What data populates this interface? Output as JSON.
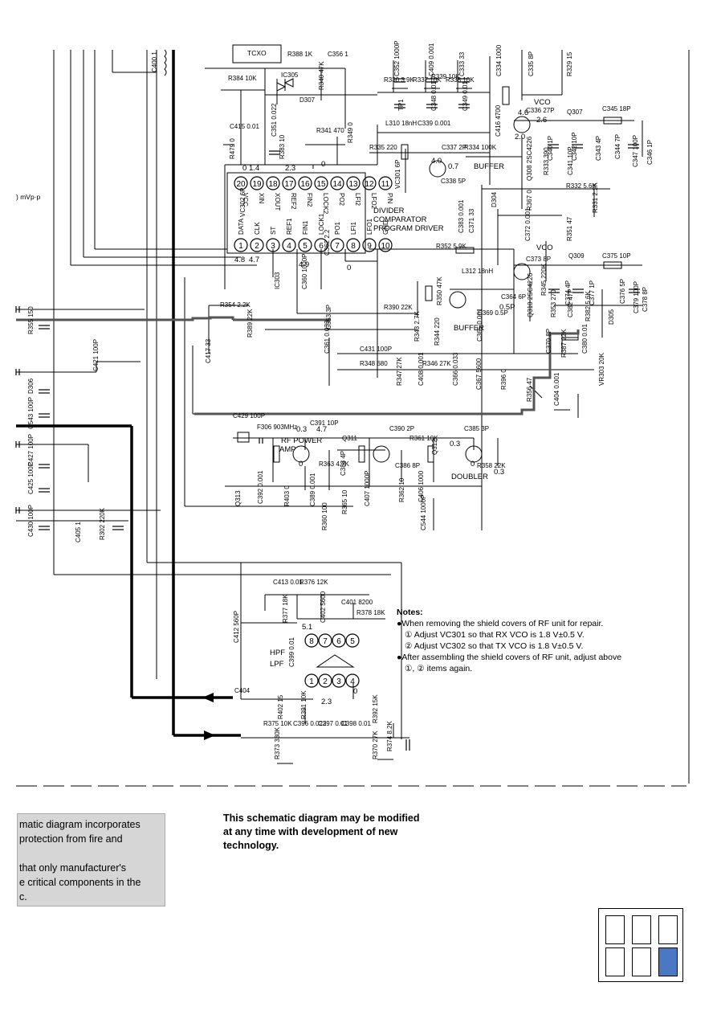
{
  "schematic": {
    "blocks": {
      "divider": [
        "DIVIDER",
        "COMPARATOR",
        "PROGRAM DRIVER"
      ],
      "vco1": "VCO",
      "vco2": "VCO",
      "buffer1": "BUFFER",
      "buffer2": "BUFFER",
      "rf_power_amp": [
        "RF POWER",
        "AMP"
      ],
      "doubler": "DOUBLER",
      "hpf": "HPF",
      "lpf": "LPF",
      "tcxo": "TCXO",
      "left_level": ") mVp·p"
    },
    "ic_top_pins": [
      "20",
      "19",
      "18",
      "17",
      "16",
      "15",
      "14",
      "13",
      "12",
      "11"
    ],
    "ic_bottom_pins": [
      "1",
      "2",
      "3",
      "4",
      "5",
      "6",
      "7",
      "8",
      "9",
      "10"
    ],
    "ic_top_names": [
      "VCC",
      "XIN",
      "XOUT",
      "REF2",
      "FIN2",
      "LOCK2",
      "PO2",
      "LFI2",
      "LFO2",
      "P/N"
    ],
    "ic_bottom_names": [
      "DATA",
      "CLK",
      "ST",
      "REF1",
      "FIN1",
      "LOCK1",
      "PO1",
      "LFI1",
      "LFO1",
      "GND"
    ],
    "ic2_pins": [
      "8",
      "7",
      "6",
      "5",
      "1",
      "2",
      "3",
      "4"
    ],
    "voltages": [
      "0",
      "1.4",
      "2.3",
      "0",
      "4.8",
      "4.7",
      "4.9",
      "0",
      "4.6",
      "2.6",
      "2.0",
      "0.7",
      "4.0",
      "0.3",
      "4.7",
      "0",
      "0",
      "0.3",
      "0.3",
      "5.1",
      "0",
      "2.3",
      "0.5P"
    ],
    "parts": [
      {
        "ref": "R388",
        "val": "1K"
      },
      {
        "ref": "C356",
        "val": "1"
      },
      {
        "ref": "R384",
        "val": "10K"
      },
      {
        "ref": "IC305",
        "val": ""
      },
      {
        "ref": "D307",
        "val": ""
      },
      {
        "ref": "R340",
        "val": "47K"
      },
      {
        "ref": "R341",
        "val": "470"
      },
      {
        "ref": "C351",
        "val": "0.022"
      },
      {
        "ref": "C415",
        "val": "0.01"
      },
      {
        "ref": "R349",
        "val": "0"
      },
      {
        "ref": "R479",
        "val": "0"
      },
      {
        "ref": "R383",
        "val": "10"
      },
      {
        "ref": "C352",
        "val": "1000P"
      },
      {
        "ref": "C409",
        "val": "0.001"
      },
      {
        "ref": "C333",
        "val": "33"
      },
      {
        "ref": "C334",
        "val": "1000"
      },
      {
        "ref": "C335",
        "val": "8P"
      },
      {
        "ref": "R329",
        "val": "15"
      },
      {
        "ref": "R330",
        "val": "3.9K"
      },
      {
        "ref": "R337",
        "val": "10K"
      },
      {
        "ref": "R338",
        "val": "10K"
      },
      {
        "ref": "R339",
        "val": "10K"
      },
      {
        "ref": "TP1",
        "val": ""
      },
      {
        "ref": "C348",
        "val": "0.01"
      },
      {
        "ref": "C349",
        "val": "0.01"
      },
      {
        "ref": "C416",
        "val": "4700"
      },
      {
        "ref": "C336",
        "val": "27P"
      },
      {
        "ref": "Q307",
        "val": ""
      },
      {
        "ref": "C345",
        "val": "18P"
      },
      {
        "ref": "L310",
        "val": "18nH"
      },
      {
        "ref": "C339",
        "val": "0.001"
      },
      {
        "ref": "R335",
        "val": "220"
      },
      {
        "ref": "C337",
        "val": "2P"
      },
      {
        "ref": "R334",
        "val": "100K"
      },
      {
        "ref": "C340",
        "val": "1P"
      },
      {
        "ref": "C342",
        "val": "10P"
      },
      {
        "ref": "C343",
        "val": "4P"
      },
      {
        "ref": "C344",
        "val": "7P"
      },
      {
        "ref": "C346",
        "val": "1P"
      },
      {
        "ref": "C347",
        "val": "100P"
      },
      {
        "ref": "VC301",
        "val": "6P"
      },
      {
        "ref": "C338",
        "val": "5P"
      },
      {
        "ref": "Q308",
        "val": "2SC4226"
      },
      {
        "ref": "R333",
        "val": "390"
      },
      {
        "ref": "C341",
        "val": "10P"
      },
      {
        "ref": "R332",
        "val": "5.6K"
      },
      {
        "ref": "R331",
        "val": "2.2K"
      },
      {
        "ref": "D304",
        "val": ""
      },
      {
        "ref": "R367",
        "val": "0"
      },
      {
        "ref": "C383",
        "val": "0.001"
      },
      {
        "ref": "C371",
        "val": "33"
      },
      {
        "ref": "C372",
        "val": "0.001"
      },
      {
        "ref": "R351",
        "val": "47"
      },
      {
        "ref": "R352",
        "val": "5.9K"
      },
      {
        "ref": "C373",
        "val": "8P"
      },
      {
        "ref": "Q309",
        "val": ""
      },
      {
        "ref": "C375",
        "val": "10P"
      },
      {
        "ref": "L312",
        "val": "18nH"
      },
      {
        "ref": "R345",
        "val": "220K"
      },
      {
        "ref": "C374",
        "val": "4P"
      },
      {
        "ref": "C377",
        "val": "1P"
      },
      {
        "ref": "C376",
        "val": "5P"
      },
      {
        "ref": "C378",
        "val": "8P"
      },
      {
        "ref": "C379",
        "val": "100P"
      },
      {
        "ref": "VC302",
        "val": "6P"
      },
      {
        "ref": "IC303",
        "val": ""
      },
      {
        "ref": "C360",
        "val": "1000P"
      },
      {
        "ref": "C361",
        "val": "0.033"
      },
      {
        "ref": "C362",
        "val": "2.2"
      },
      {
        "ref": "R350",
        "val": "47K"
      },
      {
        "ref": "C364",
        "val": "6P"
      },
      {
        "ref": "C369",
        "val": "0.5P"
      },
      {
        "ref": "Q310",
        "val": "2SC4226"
      },
      {
        "ref": "R353",
        "val": "270"
      },
      {
        "ref": "C382",
        "val": "47P"
      },
      {
        "ref": "R382",
        "val": "5.6K"
      },
      {
        "ref": "D305",
        "val": ""
      },
      {
        "ref": "R354",
        "val": "2.2K"
      },
      {
        "ref": "R389",
        "val": "22K"
      },
      {
        "ref": "R390",
        "val": "22K"
      },
      {
        "ref": "C363",
        "val": "3P"
      },
      {
        "ref": "R343",
        "val": "2.7K"
      },
      {
        "ref": "R344",
        "val": "220"
      },
      {
        "ref": "C365",
        "val": "0.001"
      },
      {
        "ref": "C370",
        "val": "8P"
      },
      {
        "ref": "R387",
        "val": "22K"
      },
      {
        "ref": "C380",
        "val": "0.01"
      },
      {
        "ref": "R355",
        "val": "150"
      },
      {
        "ref": "C421",
        "val": "100P"
      },
      {
        "ref": "C417",
        "val": "33"
      },
      {
        "ref": "D306",
        "val": ""
      },
      {
        "ref": "C431",
        "val": "100P"
      },
      {
        "ref": "R348",
        "val": "680"
      },
      {
        "ref": "R346",
        "val": "27K"
      },
      {
        "ref": "R347",
        "val": "27K"
      },
      {
        "ref": "C408",
        "val": "0.001"
      },
      {
        "ref": "C366",
        "val": "0.033"
      },
      {
        "ref": "C367",
        "val": "5600"
      },
      {
        "ref": "R396",
        "val": "0"
      },
      {
        "ref": "R356",
        "val": "47"
      },
      {
        "ref": "VR303",
        "val": "20K"
      },
      {
        "ref": "C404",
        "val": "0.001"
      },
      {
        "ref": "C543",
        "val": "100P"
      },
      {
        "ref": "C427",
        "val": "100P"
      },
      {
        "ref": "C425",
        "val": "100P"
      },
      {
        "ref": "C430",
        "val": "100P"
      },
      {
        "ref": "C429",
        "val": "100P"
      },
      {
        "ref": "F306",
        "val": "903MHz"
      },
      {
        "ref": "C391",
        "val": "10P"
      },
      {
        "ref": "R363",
        "val": "4.7K"
      },
      {
        "ref": "Q311",
        "val": ""
      },
      {
        "ref": "C388",
        "val": "4P"
      },
      {
        "ref": "C390",
        "val": "2P"
      },
      {
        "ref": "R361",
        "val": "10K"
      },
      {
        "ref": "C386",
        "val": "8P"
      },
      {
        "ref": "Q312",
        "val": ""
      },
      {
        "ref": "C385",
        "val": "3P"
      },
      {
        "ref": "R358",
        "val": "22K"
      },
      {
        "ref": "Q313",
        "val": ""
      },
      {
        "ref": "C392",
        "val": "0.001"
      },
      {
        "ref": "R403",
        "val": "0"
      },
      {
        "ref": "C389",
        "val": "0.001"
      },
      {
        "ref": "R365",
        "val": "10"
      },
      {
        "ref": "C407",
        "val": "1000P"
      },
      {
        "ref": "R362",
        "val": "10"
      },
      {
        "ref": "C406",
        "val": "1000"
      },
      {
        "ref": "R360",
        "val": "100"
      },
      {
        "ref": "C544",
        "val": "1000P"
      },
      {
        "ref": "C405",
        "val": "1"
      },
      {
        "ref": "R302",
        "val": "220K"
      },
      {
        "ref": "C413",
        "val": "0.01"
      },
      {
        "ref": "R376",
        "val": "12K"
      },
      {
        "ref": "R377",
        "val": "18K"
      },
      {
        "ref": "C402",
        "val": "5600"
      },
      {
        "ref": "C401",
        "val": "8200"
      },
      {
        "ref": "R378",
        "val": "18K"
      },
      {
        "ref": "C412",
        "val": "560P"
      },
      {
        "ref": "C399",
        "val": "0.01"
      },
      {
        "ref": "C404",
        "val": ""
      },
      {
        "ref": "R402",
        "val": "15"
      },
      {
        "ref": "R391",
        "val": "10K"
      },
      {
        "ref": "R392",
        "val": "15K"
      },
      {
        "ref": "R375",
        "val": "10K"
      },
      {
        "ref": "C396",
        "val": "0.022"
      },
      {
        "ref": "C397",
        "val": "0.01"
      },
      {
        "ref": "C398",
        "val": "0.01"
      },
      {
        "ref": "R373",
        "val": "330K"
      },
      {
        "ref": "R370",
        "val": "27K"
      },
      {
        "ref": "R374",
        "val": "8.2K"
      },
      {
        "ref": "C400",
        "val": "1"
      },
      {
        "ref": "L307",
        "val": ""
      }
    ]
  },
  "notes": {
    "title": "Notes:",
    "item1": "●When removing the shield covers of RF unit for repair.",
    "item1a": "① Adjust VC301 so that RX VCO is 1.8 V±0.5 V.",
    "item1b": "② Adjust VC302 so that TX VCO is 1.8 V±0.5 V.",
    "item2": "●After assembling the shield covers of RF unit, adjust above",
    "item2a": "①, ② items again."
  },
  "warning": {
    "lines": [
      "matic diagram incorporates",
      "protection from fire and",
      "",
      "that only manufacturer's",
      "e critical components in the",
      "c."
    ]
  },
  "modify_notice": {
    "lines": [
      "This schematic diagram may be modified",
      "at any time with development of new",
      "technology."
    ]
  },
  "page_nav": {
    "active_index": 5
  }
}
